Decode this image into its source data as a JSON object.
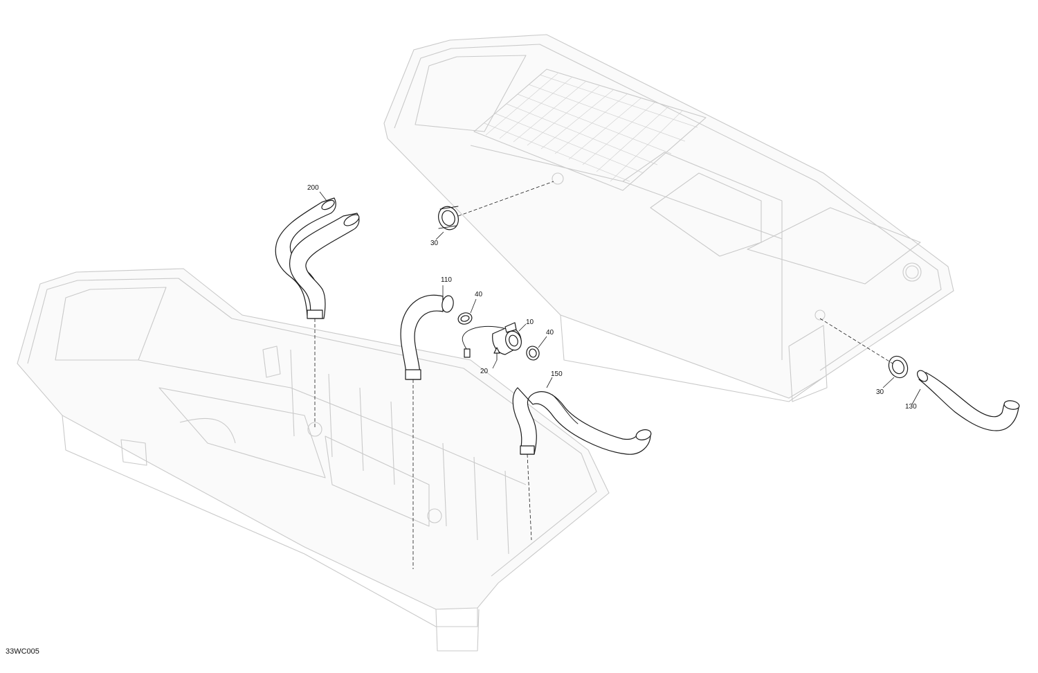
{
  "figure_code": "33WC005",
  "callouts": [
    {
      "id": "200",
      "label": "200"
    },
    {
      "id": "30a",
      "label": "30"
    },
    {
      "id": "110",
      "label": "110"
    },
    {
      "id": "40a",
      "label": "40"
    },
    {
      "id": "10",
      "label": "10"
    },
    {
      "id": "40b",
      "label": "40"
    },
    {
      "id": "20",
      "label": "20"
    },
    {
      "id": "150",
      "label": "150"
    },
    {
      "id": "30b",
      "label": "30"
    },
    {
      "id": "130",
      "label": "130"
    }
  ]
}
